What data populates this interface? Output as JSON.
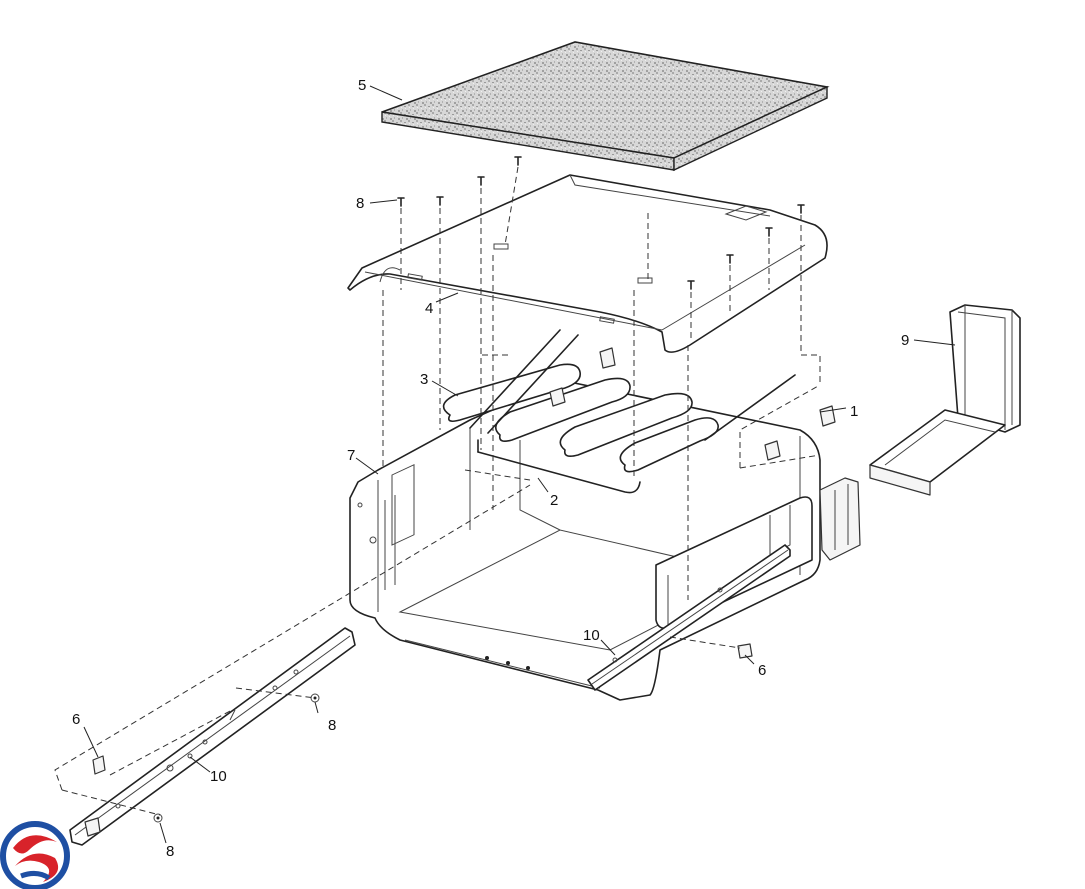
{
  "callouts": [
    {
      "key": "c1",
      "text": "1"
    },
    {
      "key": "c2",
      "text": "2"
    },
    {
      "key": "c3",
      "text": "3"
    },
    {
      "key": "c4",
      "text": "4"
    },
    {
      "key": "c5",
      "text": "5"
    },
    {
      "key": "c6a",
      "text": "6"
    },
    {
      "key": "c6b",
      "text": "6"
    },
    {
      "key": "c7",
      "text": "7"
    },
    {
      "key": "c8a",
      "text": "8"
    },
    {
      "key": "c8b",
      "text": "8"
    },
    {
      "key": "c8c",
      "text": "8"
    },
    {
      "key": "c9",
      "text": "9"
    },
    {
      "key": "c10a",
      "text": "10"
    },
    {
      "key": "c10b",
      "text": "10"
    }
  ],
  "colors": {
    "line": "#222222",
    "insulation": "#bdbdbd",
    "logo_red": "#d8232a",
    "logo_blue": "#1e4fa3"
  },
  "logo": {
    "icon": "swirl-logo-icon"
  }
}
